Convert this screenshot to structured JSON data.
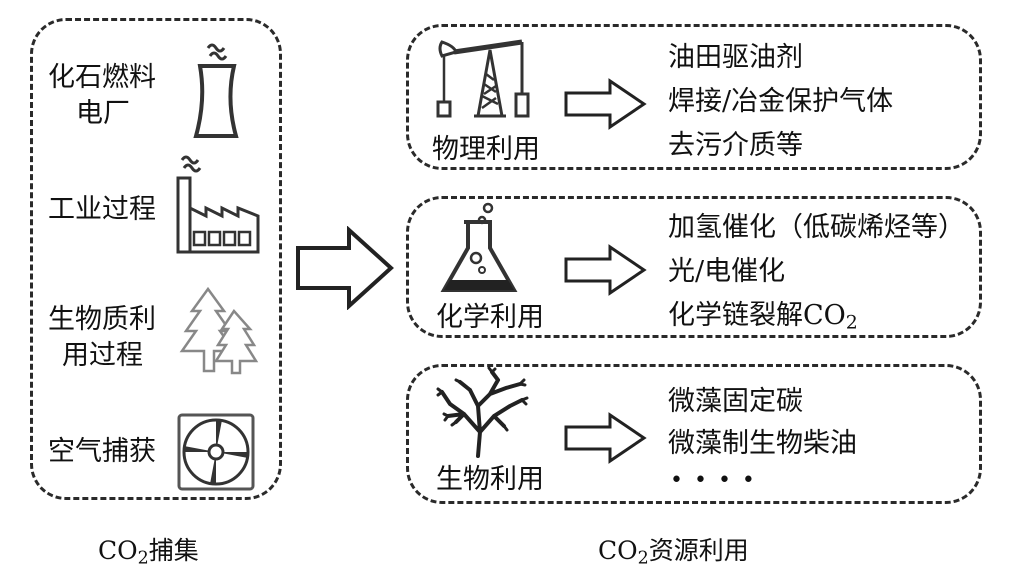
{
  "capture": {
    "sources": [
      {
        "line1": "化石燃料",
        "line2": "电厂",
        "icon": "cooling-tower-icon"
      },
      {
        "line1": "工业过程",
        "icon": "factory-icon"
      },
      {
        "line1": "生物质利",
        "line2": "用过程",
        "icon": "trees-icon"
      },
      {
        "line1": "空气捕获",
        "icon": "fan-icon"
      }
    ],
    "caption_main": "CO",
    "caption_sub": "2",
    "caption_suffix": "捕集"
  },
  "utilization": {
    "physical": {
      "label": "物理利用",
      "icon": "oil-pump-icon",
      "items": [
        "油田驱油剂",
        "焊接/冶金保护气体",
        "去污介质等"
      ]
    },
    "chemical": {
      "label": "化学利用",
      "icon": "flask-icon",
      "items": [
        "加氢催化（低碳烯烃等）",
        "光/电催化"
      ],
      "item3_prefix": "化学链裂解CO",
      "item3_sub": "2"
    },
    "biological": {
      "label": "生物利用",
      "icon": "algae-icon",
      "items": [
        "微藻固定碳",
        "微藻制生物柴油",
        "• • • •"
      ]
    },
    "caption_main": "CO",
    "caption_sub": "2",
    "caption_suffix": "资源利用"
  }
}
